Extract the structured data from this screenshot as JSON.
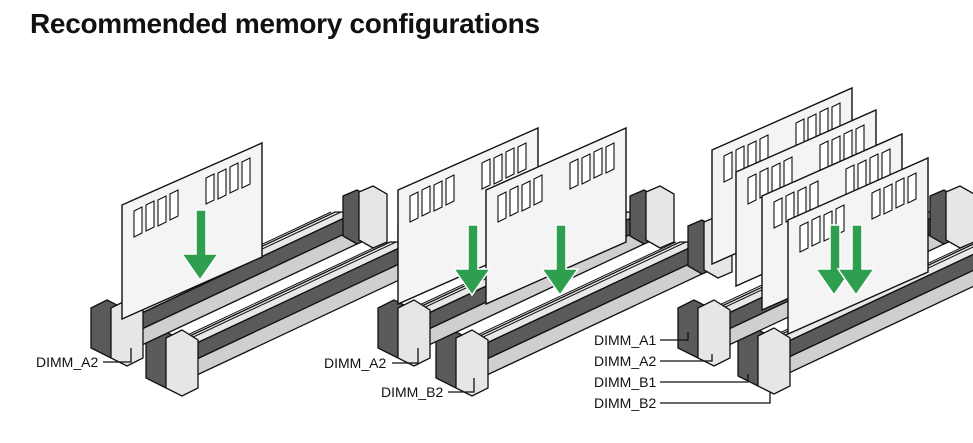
{
  "title": "Recommended memory configurations",
  "colors": {
    "slot_dark": "#5a5a5a",
    "slot_light": "#dcdcdc",
    "module_body": "#f4f4f4",
    "chip": "#ffffff",
    "arrow_green": "#2e9e4f",
    "line": "#111111"
  },
  "configs": [
    {
      "name": "one-module",
      "labels": [
        "DIMM_A2"
      ]
    },
    {
      "name": "two-modules",
      "labels": [
        "DIMM_A2",
        "DIMM_B2"
      ]
    },
    {
      "name": "four-modules",
      "labels": [
        "DIMM_A1",
        "DIMM_A2",
        "DIMM_B1",
        "DIMM_B2"
      ]
    }
  ]
}
